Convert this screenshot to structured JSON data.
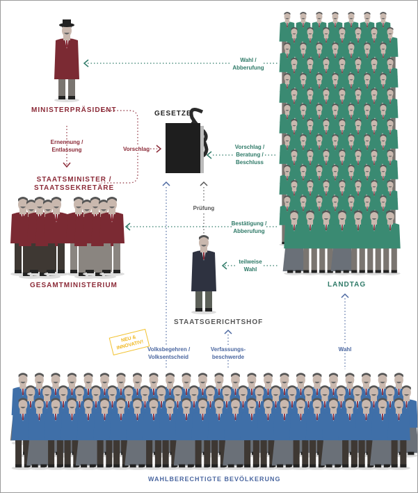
{
  "colors": {
    "government": "#8b2a37",
    "parliament": "#2f7a68",
    "people": "#4b67a0",
    "court": "#2e3240"
  },
  "nodes": {
    "ministerpraesident": "MINISTERPRÄSIDENT",
    "staatsminister_1": "STAATSMINISTER /",
    "staatsminister_2": "STAATSSEKRETÄRE",
    "gesamtministerium": "GESAMTMINISTERIUM",
    "gesetze": "GESETZE",
    "landtag": "LANDTAG",
    "staatsgerichtshof": "STAATSGERICHTSHOF",
    "bevoelkerung": "WAHLBERECHTIGTE BEVÖLKERUNG"
  },
  "edges": {
    "ernennung": [
      "Ernennung /",
      "Entlassung"
    ],
    "vorschlag_reg": "Vorschlag",
    "wahl_abberufung": [
      "Wahl /",
      "Abberufung"
    ],
    "vorschlag_landtag": [
      "Vorschlag /",
      "Beratung /",
      "Beschluss"
    ],
    "pruefung": "Prüfung",
    "bestaetigung": [
      "Bestätigung /",
      "Abberufung"
    ],
    "teilweise_wahl": [
      "teilweise",
      "Wahl"
    ],
    "volksbegehren": [
      "Volksbegehren /",
      "Volksentscheid"
    ],
    "verfassungsbeschwerde": [
      "Verfassungs-",
      "beschwerde"
    ],
    "wahl": "Wahl"
  },
  "badge": [
    "NEU &",
    "INNOVATIV!"
  ],
  "icons": {
    "law": "paragraph-sign"
  }
}
